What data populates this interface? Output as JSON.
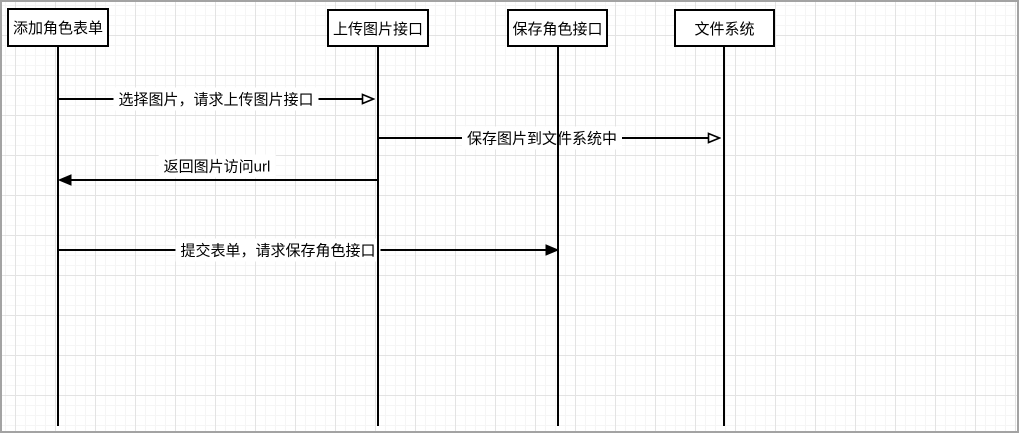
{
  "diagram": {
    "type": "sequence-diagram",
    "colors": {
      "shape_stroke": "#000000",
      "shape_fill": "#ffffff",
      "grid_minor": "#f5f5f5",
      "grid_major": "#e3e3e3",
      "canvas_border": "#a3a3a3"
    },
    "actors": [
      {
        "label": "添加角色表单"
      },
      {
        "label": "上传图片接口"
      },
      {
        "label": "保存角色接口"
      },
      {
        "label": "文件系统"
      }
    ],
    "messages": [
      {
        "label": "选择图片，请求上传图片接口",
        "from": "添加角色表单",
        "to": "上传图片接口",
        "arrowhead": "open"
      },
      {
        "label": "保存图片到文件系统中",
        "from": "上传图片接口",
        "to": "文件系统",
        "arrowhead": "open"
      },
      {
        "label": "返回图片访问url",
        "from": "上传图片接口",
        "to": "添加角色表单",
        "arrowhead": "filled"
      },
      {
        "label": "提交表单，请求保存角色接口",
        "from": "添加角色表单",
        "to": "保存角色接口",
        "arrowhead": "filled"
      }
    ]
  }
}
